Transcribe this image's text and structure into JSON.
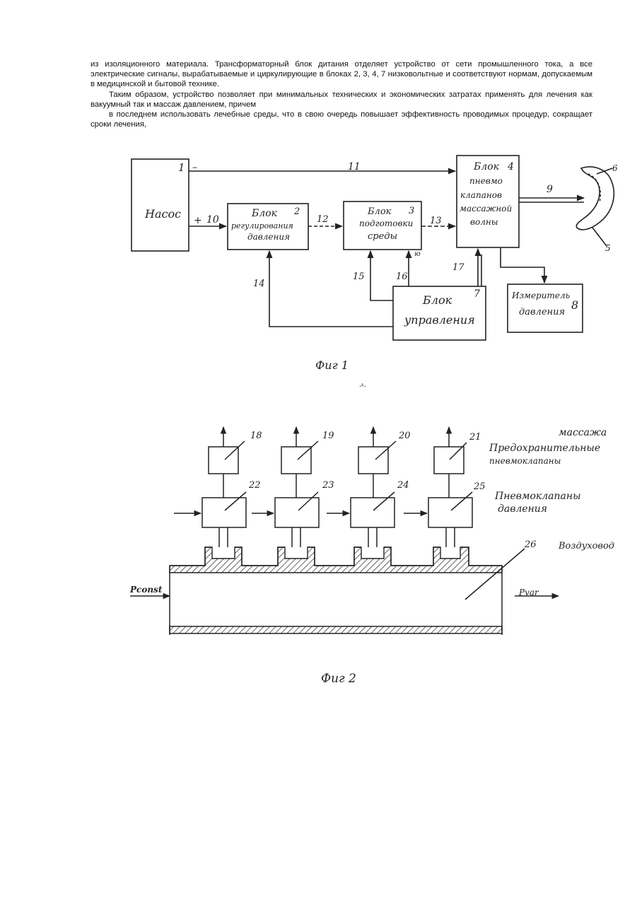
{
  "paragraphs": [
    "из изоляционного материала. Трансформаторный блок дитания отделяет устройство от сети промышленного тока, а все электрические сигналы, вырабатываемые и циркулирующие в блоках 2, 3, 4, 7 низковольтные и соответствуют нормам, допускаемым в медицинской и бытовой технике.",
    "Таким образом, устройство позволяет при минимальных технических и экономических затратах применять для лечения как вакуумный так и массаж давлением, причем",
    "в последнем использовать лечебные среды, что в свою очередь повышает эффективность проводимых процедур, сокращает сроки лечения,"
  ],
  "fig1": {
    "caption": "Фиг 1",
    "stray_mark": "·ᵏ·",
    "blocks": {
      "pump": {
        "label": "Насос",
        "num": "1"
      },
      "regulator": {
        "lines": [
          "Блок",
          "регулирования",
          "давления"
        ],
        "num": "2"
      },
      "preparation": {
        "lines": [
          "Блок",
          "подготовки",
          "среды"
        ],
        "num": "3"
      },
      "valves": {
        "lines": [
          "Блок",
          "пневмо",
          "клапанов",
          "массажной",
          "волны"
        ],
        "num": "4"
      },
      "control": {
        "lines": [
          "Блок",
          "управления"
        ],
        "num": "7"
      },
      "meter": {
        "lines": [
          "Измеритель",
          "давления"
        ],
        "num": "8"
      }
    },
    "line_labels": {
      "minus": "–",
      "l11": "11",
      "plus": "+",
      "l10": "10",
      "l12": "12",
      "l13": "13",
      "l9": "9",
      "l14": "14",
      "l15": "15",
      "l16": "16",
      "l17": "17",
      "l6": "6",
      "l5": "5",
      "mark": "ю"
    }
  },
  "fig2": {
    "caption": "Фиг 2",
    "safety_valves": [
      "18",
      "19",
      "20",
      "21"
    ],
    "pressure_valves": [
      "22",
      "23",
      "24",
      "25"
    ],
    "duct_num": "26",
    "labels": {
      "massage": "массажа",
      "safety_line1": "Предохранительные",
      "safety_line2": "пневмоклапаны",
      "pressure_line1": "Пневмоклапаны",
      "pressure_line2": "давления",
      "duct": "Воздуховод",
      "p_const": "Pconst",
      "p_var": "Pvar"
    }
  }
}
